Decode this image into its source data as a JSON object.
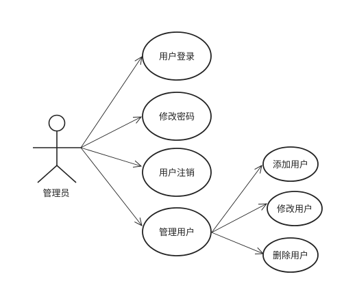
{
  "actor": {
    "label": "管理员"
  },
  "use_cases": {
    "login": "用户登录",
    "change_password": "修改密码",
    "logout": "用户注销",
    "manage_users": "管理用户",
    "add_user": "添加用户",
    "edit_user": "修改用户",
    "delete_user": "删除用户"
  },
  "colors": {
    "stroke": "#222222",
    "background": "#ffffff"
  }
}
